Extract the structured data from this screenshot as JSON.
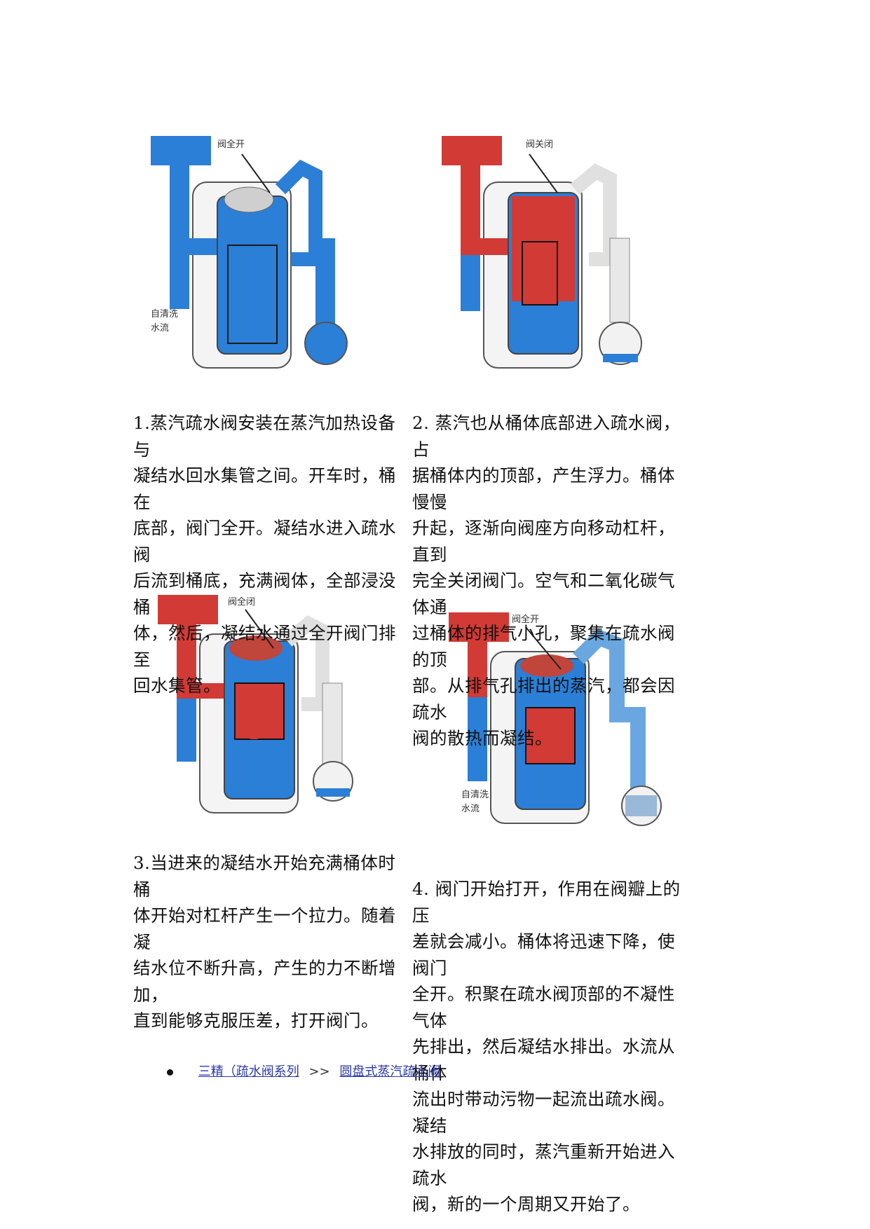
{
  "figures": [
    {
      "label": "阀全开",
      "side_label_1": "自清洗",
      "side_label_2": "水流"
    },
    {
      "label": "阀关闭"
    },
    {
      "label": "阀全闭"
    },
    {
      "label": "阀全开",
      "side_label_1": "自清洗",
      "side_label_2": "水流"
    }
  ],
  "paragraphs": {
    "p1": "1.蒸汽疏水阀安装在蒸汽加热设备与\n凝结水回水集管之间。开车时，桶在\n底部，阀门全开。凝结水进入疏水阀\n后流到桶底，充满阀体，全部浸没桶\n体，然后，凝结水通过全开阀门排至\n回水集管。",
    "p2": "2. 蒸汽也从桶体底部进入疏水阀，占\n据桶体内的顶部，产生浮力。桶体慢慢\n升起，逐渐向阀座方向移动杠杆，直到\n完全关闭阀门。空气和二氧化碳气体通\n过桶体的排气小孔，聚集在疏水阀的顶\n部。从排气孔排出的蒸汽，都会因疏水\n阀的散热而凝结。",
    "p3": "3.当进来的凝结水开始充满桶体时桶\n体开始对杠杆产生一个拉力。随着凝\n结水位不断升高，产生的力不断增加，\n直到能够克服压差，打开阀门。",
    "p4": "4. 阀门开始打开，作用在阀瓣上的压\n差就会减小。桶体将迅速下降，使阀门\n全开。积聚在疏水阀顶部的不凝性气体\n先排出，然后凝结水排出。水流从桶体\n流出时带动污物一起流出疏水阀。凝结\n水排放的同时，蒸汽重新开始进入疏水\n阀，新的一个周期又开始了。"
  },
  "links": {
    "link1": "三精（疏水阀系列",
    "separator": ">>",
    "link2": "圆盘式蒸汽疏水阀"
  },
  "colors": {
    "water": "#2b7fd6",
    "steam": "#d23a35",
    "body": "#f4f4f4",
    "outline": "#555555"
  }
}
